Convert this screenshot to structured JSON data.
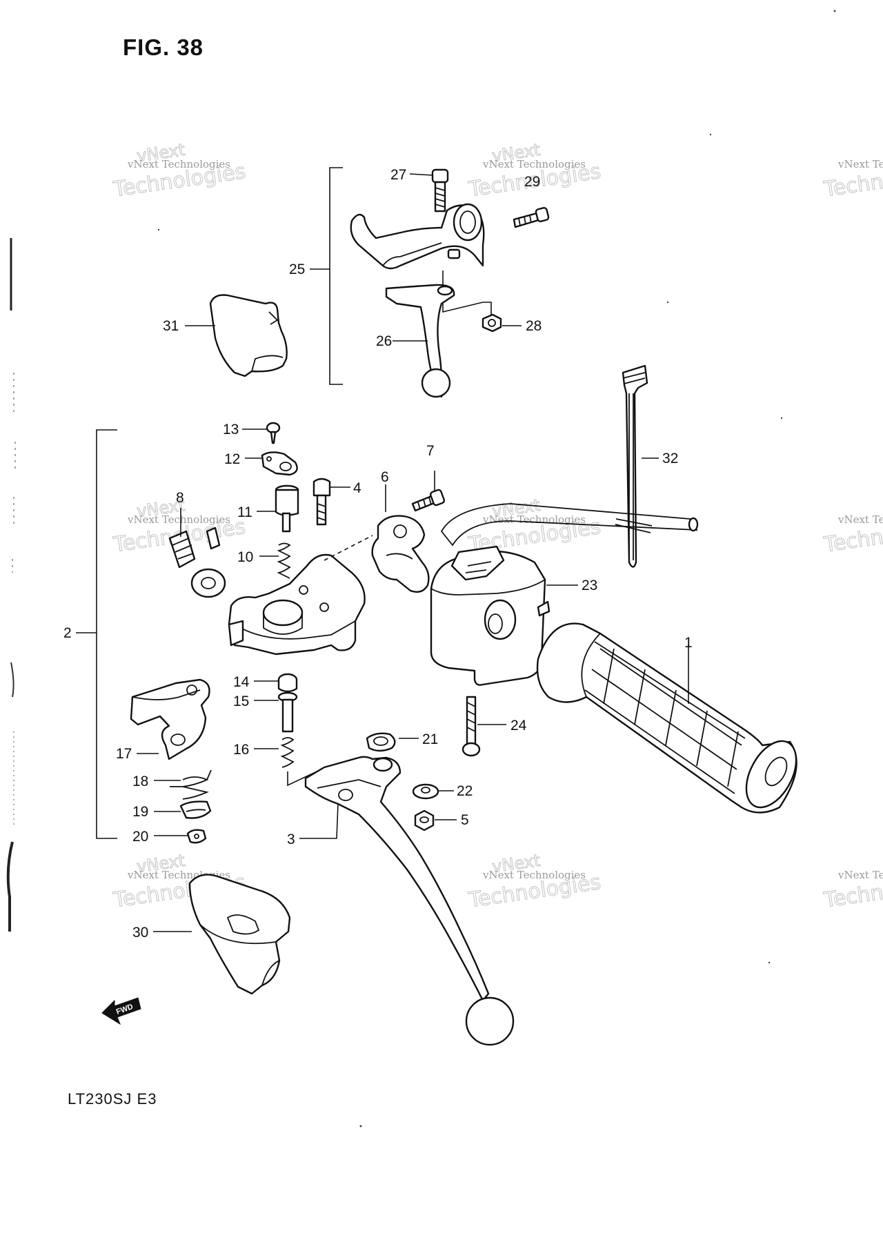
{
  "figure": {
    "title": "FIG. 38",
    "model": "LT230SJ  E3"
  },
  "watermark": {
    "line1": "vNext Technologies",
    "line2": "Technologies",
    "line3": "vNext"
  },
  "fwd_arrow": {
    "label": "FWD"
  },
  "callouts": {
    "c1": "1",
    "c2": "2",
    "c3": "3",
    "c4": "4",
    "c5": "5",
    "c6": "6",
    "c7": "7",
    "c8": "8",
    "c10": "10",
    "c11": "11",
    "c12": "12",
    "c13": "13",
    "c14": "14",
    "c15": "15",
    "c16": "16",
    "c17": "17",
    "c18": "18",
    "c19": "19",
    "c20": "20",
    "c21": "21",
    "c22": "22",
    "c23": "23",
    "c24": "24",
    "c25": "25",
    "c26": "26",
    "c27": "27",
    "c28": "28",
    "c29": "29",
    "c30": "30",
    "c31": "31",
    "c32": "32"
  }
}
